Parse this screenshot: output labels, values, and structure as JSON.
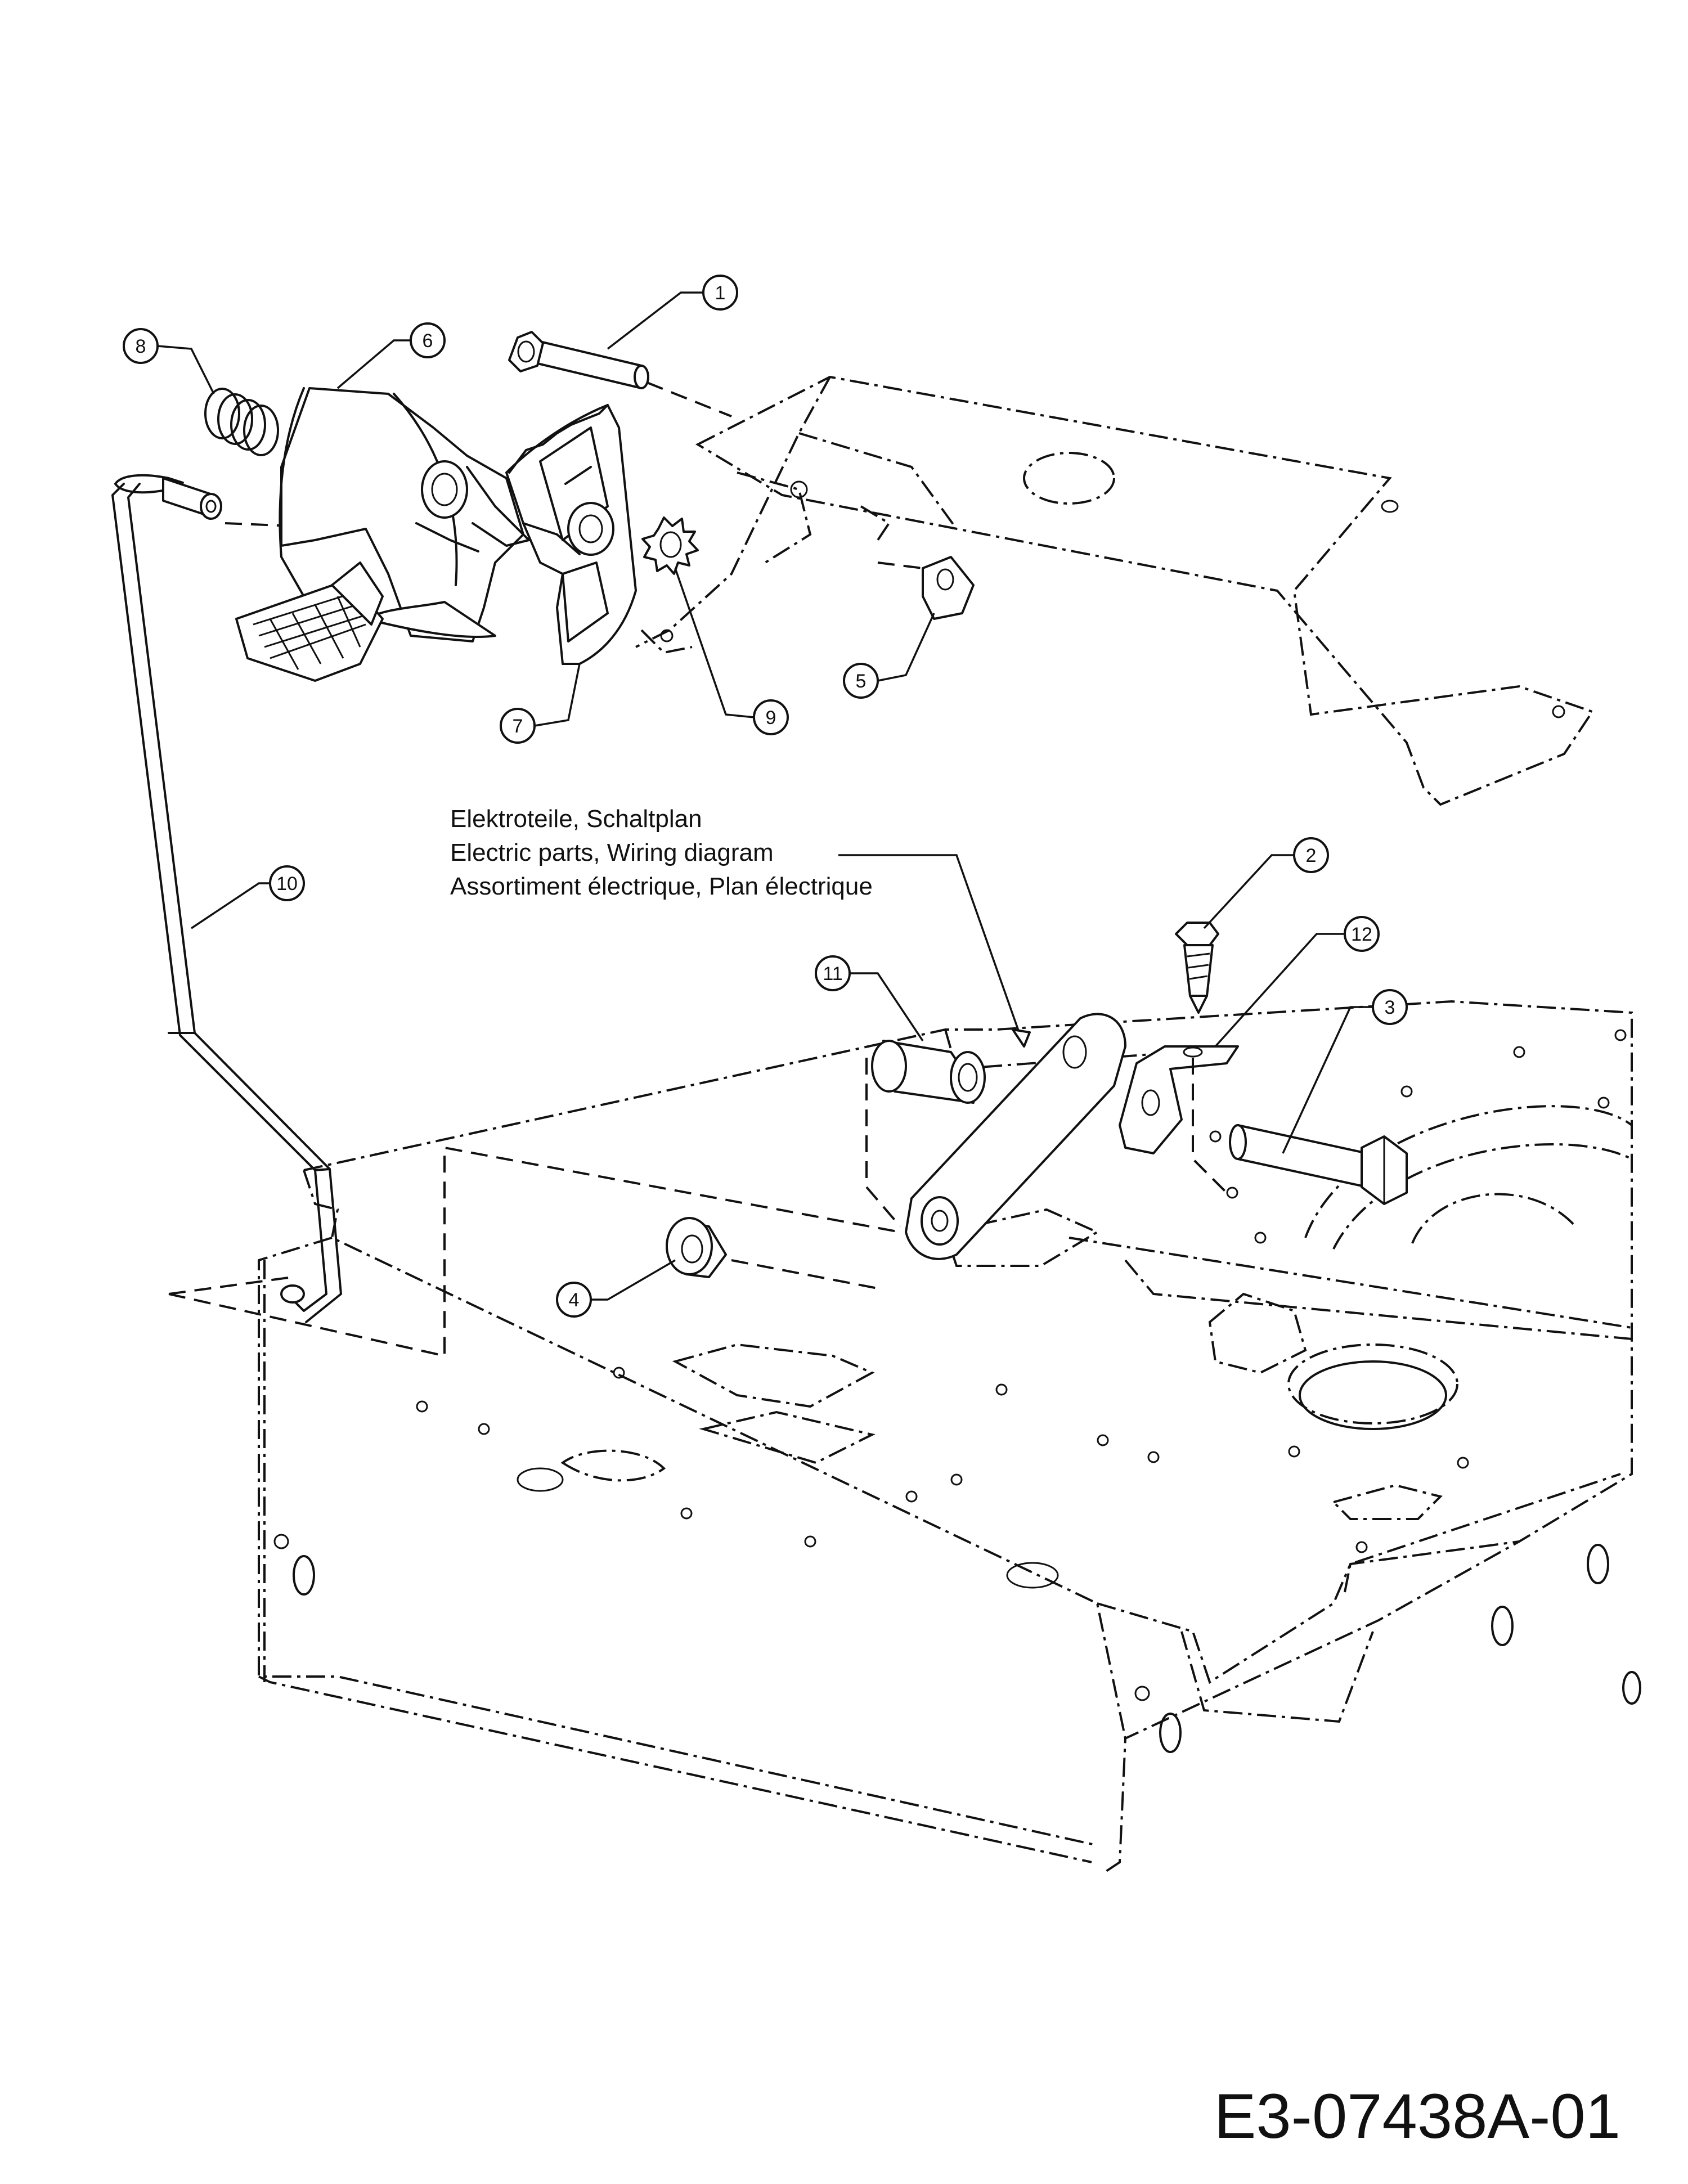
{
  "callouts": {
    "c1": "1",
    "c2": "2",
    "c3": "3",
    "c4": "4",
    "c5": "5",
    "c6": "6",
    "c7": "7",
    "c8": "8",
    "c9": "9",
    "c10": "10",
    "c11": "11",
    "c12": "12"
  },
  "note": {
    "line1": "Elektroteile, Schaltplan",
    "line2": "Electric parts, Wiring diagram",
    "line3": "Assortiment électrique, Plan électrique"
  },
  "drawing_code": "E3-07438A-01"
}
